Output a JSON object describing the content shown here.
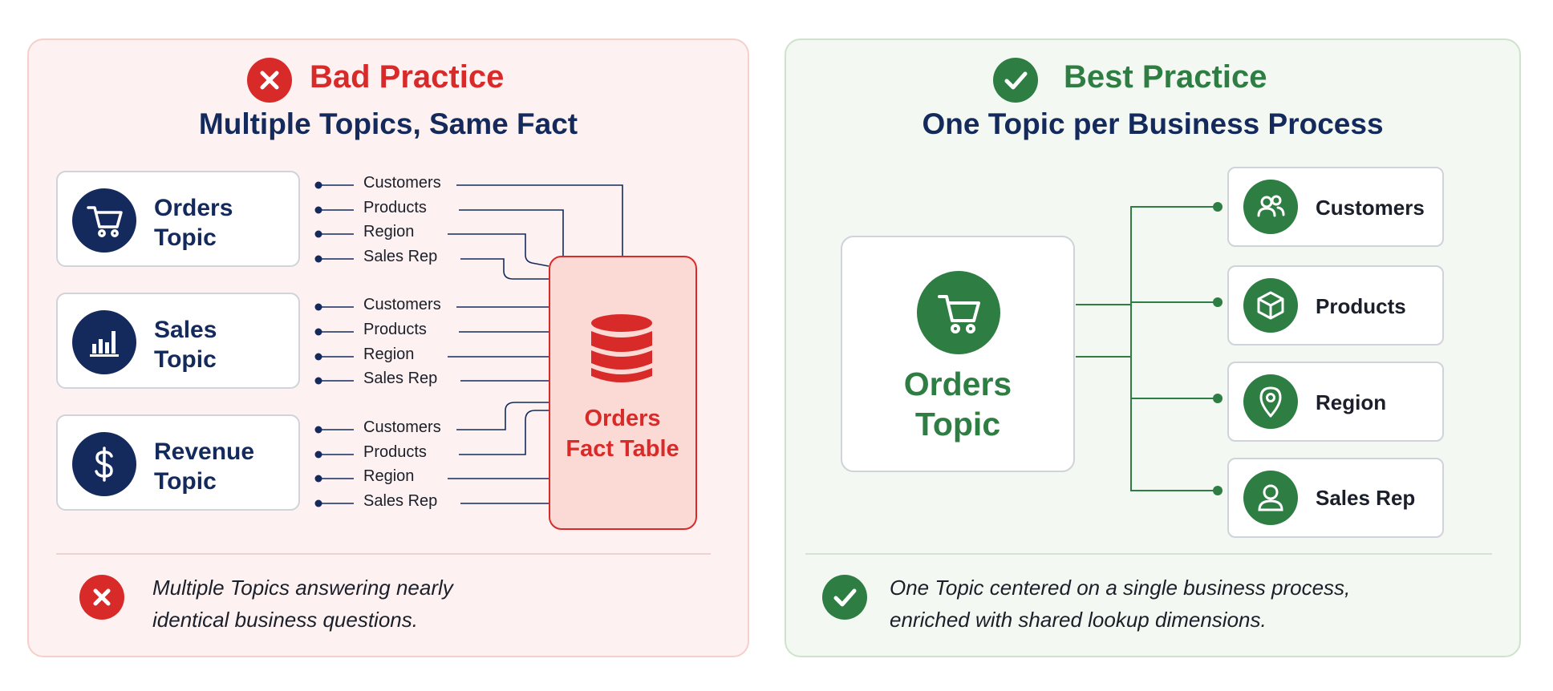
{
  "bad": {
    "title": "Bad Practice",
    "subtitle": "Multiple Topics, Same Fact",
    "topics": [
      {
        "line1": "Orders",
        "line2": "Topic",
        "icon": "shopping-cart-icon"
      },
      {
        "line1": "Sales",
        "line2": "Topic",
        "icon": "bar-chart-icon"
      },
      {
        "line1": "Revenue",
        "line2": "Topic",
        "icon": "dollar-icon"
      }
    ],
    "dimensions": [
      "Customers",
      "Products",
      "Region",
      "Sales Rep"
    ],
    "fact_table": {
      "line1": "Orders",
      "line2": "Fact Table",
      "icon": "database-icon"
    },
    "footer": {
      "line1": "Multiple Topics answering nearly",
      "line2": "identical business questions."
    }
  },
  "good": {
    "title": "Best Practice",
    "subtitle": "One Topic per Business Process",
    "topic": {
      "line1": "Orders",
      "line2": "Topic",
      "icon": "shopping-cart-icon"
    },
    "dimensions": [
      {
        "label": "Customers",
        "icon": "users-icon"
      },
      {
        "label": "Products",
        "icon": "box-icon"
      },
      {
        "label": "Region",
        "icon": "map-pin-icon"
      },
      {
        "label": "Sales Rep",
        "icon": "user-icon"
      }
    ],
    "footer": {
      "line1": "One Topic centered on a single business process,",
      "line2": "enriched with shared lookup dimensions."
    }
  },
  "colors": {
    "bad_accent": "#d92a2a",
    "good_accent": "#2e7d43",
    "navy": "#142a5c"
  }
}
